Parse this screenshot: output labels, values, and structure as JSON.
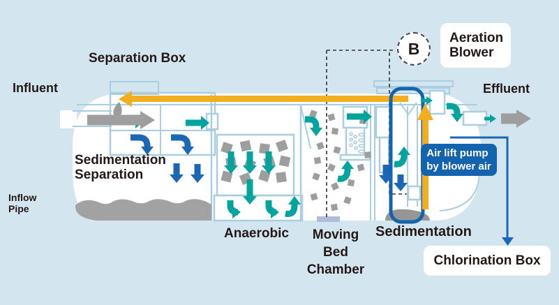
{
  "labels": {
    "influent": "Influent",
    "effluent": "Effluent",
    "separation_box": "Separation Box",
    "sedimentation_separation": "Sedimentation\nSeparation",
    "inflow_pipe": "Inflow\nPipe",
    "anaerobic": "Anaerobic",
    "moving_bed_chamber": "Moving\nBed\nChamber",
    "sedimentation": "Sedimentation",
    "chlorination_box": "Chlorination Box",
    "aeration_blower": "Aeration\nBlower",
    "air_lift_pump": "Air lift pump\nby blower air",
    "blower_symbol": "B"
  },
  "colors": {
    "background": "#d3e5ef",
    "tank": "#ffffff",
    "outline": "#a9cde1",
    "flow_teal": "#00a49d",
    "flow_blue": "#1a67b8",
    "return_orange": "#f3ae1f",
    "primary_blue": "#1463ae",
    "gray_arrow": "#9e9e9e",
    "media_gray": "#9e9e9e",
    "sludge_gray": "#a2a2a2",
    "diffuser": "#aebcd9",
    "text": "#231815",
    "air_line": "#333333"
  }
}
